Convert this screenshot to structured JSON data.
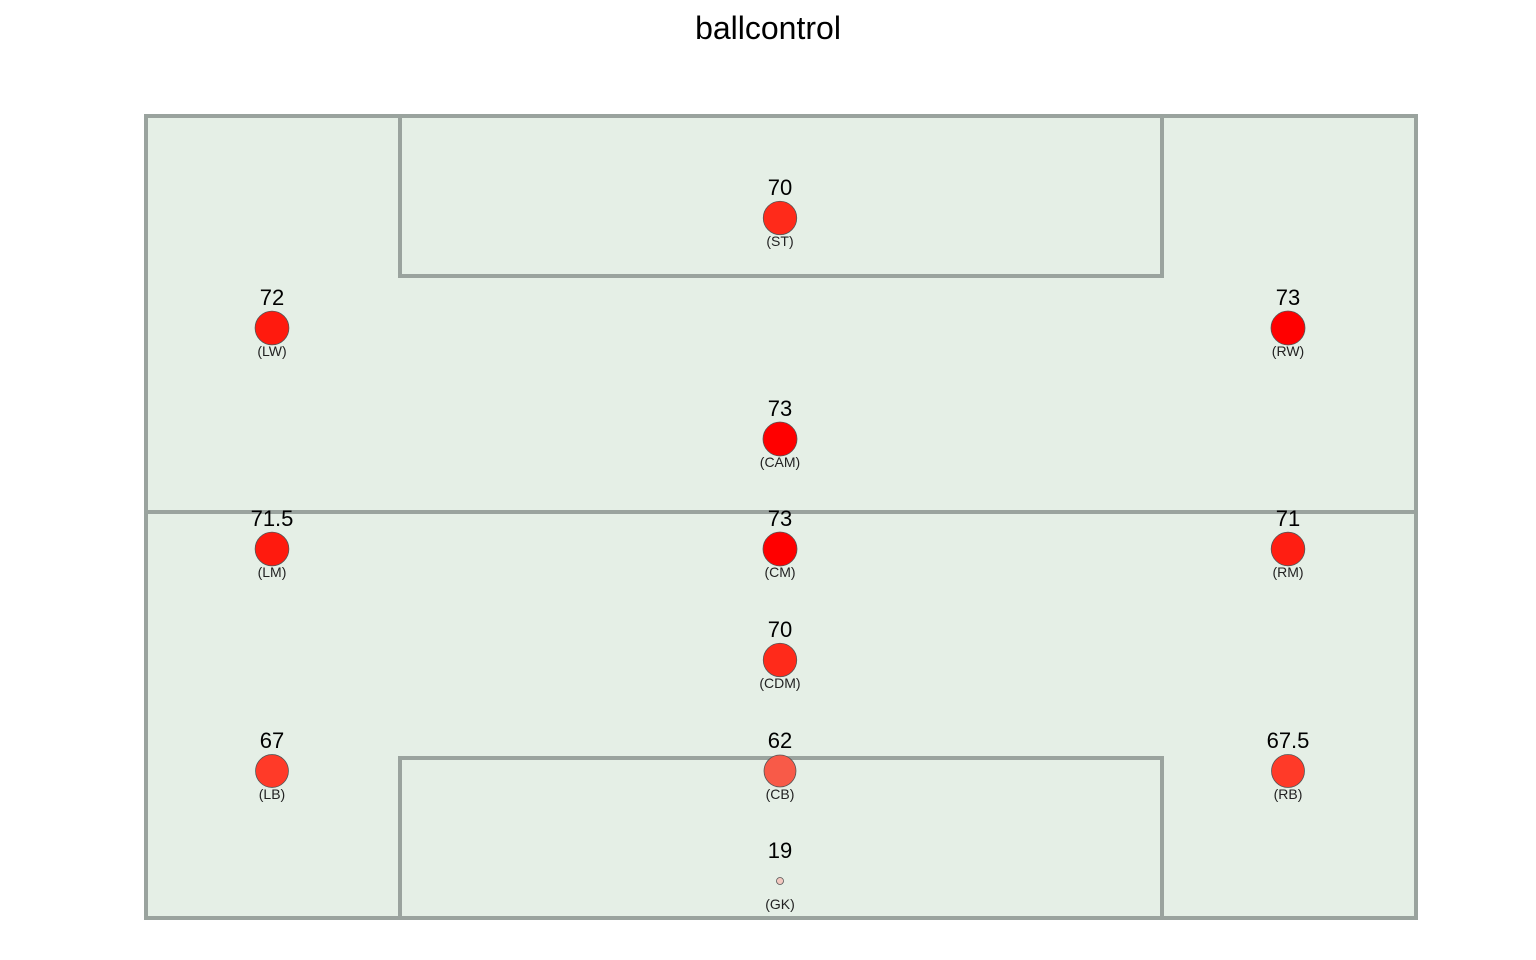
{
  "chart_data": {
    "type": "scatter",
    "title": "ballcontrol",
    "xlabel": "",
    "ylabel": "",
    "grid": false,
    "legend": "none",
    "size_range": [
      19,
      73
    ],
    "points": [
      {
        "position": "ST",
        "position_label": "(ST)",
        "value": 70,
        "value_label": "70",
        "color": "#FF2A1A"
      },
      {
        "position": "LW",
        "position_label": "(LW)",
        "value": 72,
        "value_label": "72",
        "color": "#FF1A0E"
      },
      {
        "position": "RW",
        "position_label": "(RW)",
        "value": 73,
        "value_label": "73",
        "color": "#FF0000"
      },
      {
        "position": "CAM",
        "position_label": "(CAM)",
        "value": 73,
        "value_label": "73",
        "color": "#FF0000"
      },
      {
        "position": "LM",
        "position_label": "(LM)",
        "value": 71.5,
        "value_label": "71.5",
        "color": "#FF1A0E"
      },
      {
        "position": "CM",
        "position_label": "(CM)",
        "value": 73,
        "value_label": "73",
        "color": "#FF0000"
      },
      {
        "position": "RM",
        "position_label": "(RM)",
        "value": 71,
        "value_label": "71",
        "color": "#FF1E12"
      },
      {
        "position": "CDM",
        "position_label": "(CDM)",
        "value": 70,
        "value_label": "70",
        "color": "#FF2A1A"
      },
      {
        "position": "LB",
        "position_label": "(LB)",
        "value": 67,
        "value_label": "67",
        "color": "#FF3A28"
      },
      {
        "position": "CB",
        "position_label": "(CB)",
        "value": 62,
        "value_label": "62",
        "color": "#F85A48"
      },
      {
        "position": "RB",
        "position_label": "(RB)",
        "value": 67.5,
        "value_label": "67.5",
        "color": "#FF3A28"
      },
      {
        "position": "GK",
        "position_label": "(GK)",
        "value": 19,
        "value_label": "19",
        "color": "#F2C8C0"
      }
    ]
  },
  "colors": {
    "pitch_fill": "#E5EFE6",
    "pitch_line": "#9AA39E",
    "marker_stroke": "#555555",
    "text": "#000000"
  }
}
